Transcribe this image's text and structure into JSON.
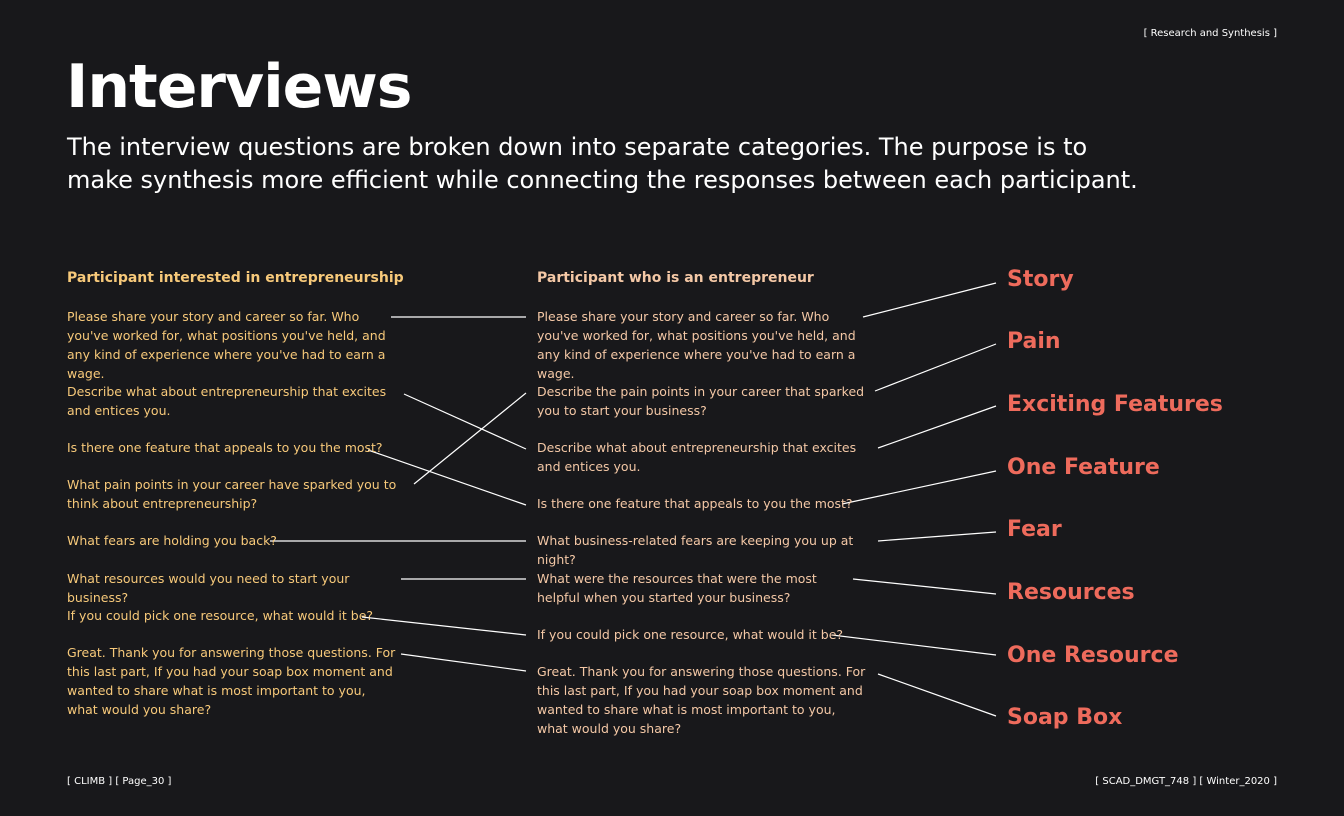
{
  "header": {
    "section_tag": "[ Research and Synthesis ]",
    "title": "Interviews",
    "intro_line1": "The interview questions are broken down into separate categories. The purpose is to",
    "intro_line2": "make synthesis more efficient while connecting the responses between each participant."
  },
  "left_column": {
    "heading": "Participant interested in entrepreneurship",
    "questions": [
      "Please share your story and career so far. Who you've worked for, what positions you've held, and any kind of experience where you've had to earn a wage.",
      "Describe what about entrepreneurship that excites and entices you.",
      "Is there one feature that appeals to you the most?",
      "What pain points in your career have sparked you to think about entrepreneurship?",
      "What fears are holding you back?",
      "What resources would you need to start your business?",
      "If you could pick one resource, what would it be?",
      "Great. Thank you for answering those questions. For this last part, If you had your soap box moment and wanted to share what is most important to you, what would you share?"
    ]
  },
  "right_column": {
    "heading": "Participant who is an entrepreneur",
    "questions": [
      "Please share your story and career so far. Who you've worked for, what positions you've held, and any kind of experience where you've had to earn a wage.",
      "Describe the pain points in your career that sparked you to start your business?",
      "Describe what about entrepreneurship that excites and entices you.",
      "Is there one feature that appeals to you the most?",
      "What business-related fears are keeping you up at night?",
      "What were the resources that were the most helpful when you started your business?",
      "If you could pick one resource, what would it be?",
      "Great. Thank you for answering those questions. For this last part, If you had your soap box moment and wanted to share what is most important to you, what would you share?"
    ]
  },
  "categories": [
    "Story",
    "Pain",
    "Exciting Features",
    "One Feature",
    "Fear",
    "Resources",
    "One Resource",
    "Soap Box"
  ],
  "footer": {
    "left": "[ CLIMB ] [ Page_30 ]",
    "right": "[ SCAD_DMGT_748 ] [ Winter_2020 ]"
  },
  "colors": {
    "background": "#18181b",
    "left_text": "#f7c97a",
    "right_text": "#f4c8a6",
    "category": "#ee6b5c",
    "connector": "#ffffff"
  }
}
